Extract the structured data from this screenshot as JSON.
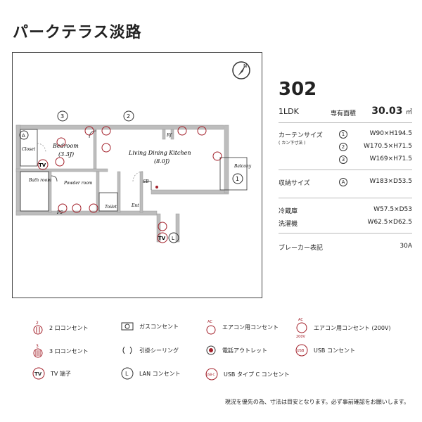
{
  "property": {
    "name": "パークテラス淡路"
  },
  "unit": {
    "number": "302",
    "layout": "1LDK",
    "area_label": "専有面積",
    "area_value": "30.03",
    "area_unit": "㎡"
  },
  "curtain": {
    "label": "カーテンサイズ",
    "sub": "( カン下寸法 )",
    "items": [
      {
        "mark": "1",
        "size": "W90×H194.5"
      },
      {
        "mark": "2",
        "size": "W170.5×H71.5"
      },
      {
        "mark": "3",
        "size": "W169×H71.5"
      }
    ]
  },
  "storage": {
    "label": "収納サイズ",
    "mark": "A",
    "size": "W183×D53.5"
  },
  "fridge": {
    "label": "冷蔵庫",
    "size": "W57.5×D53"
  },
  "washer": {
    "label": "洗濯機",
    "size": "W62.5×D62.5"
  },
  "breaker": {
    "label": "ブレーカー表記",
    "value": "30A"
  },
  "plan": {
    "bedroom": "Bedroom",
    "bedroom_size": "(3.3J)",
    "ldk": "Living Dining Kitchen",
    "ldk_size": "(8.0J)",
    "balcony": "Balcony",
    "closet": "Closet",
    "bath": "Bath room",
    "powder": "Powder room",
    "toilet": "Toilet",
    "entrance": "Ent",
    "sb": "SB",
    "ps": "PS",
    "rf": "Rf",
    "marks": {
      "A": "A",
      "one": "1",
      "two": "2",
      "three": "3"
    },
    "tv": "TV",
    "lan": "L"
  },
  "legend": {
    "outlet2": "2 口コンセント",
    "outlet2_num": "2",
    "gas": "ガスコンセント",
    "ac": "エアコン用コンセント",
    "ac_tag": "AC",
    "ac200": "エアコン用コンセント (200V)",
    "ac200_tag": "200V",
    "outlet3": "3 口コンセント",
    "outlet3_num": "3",
    "ceiling": "引掛シーリング",
    "phone": "電話アウトレット",
    "usb": "USB コンセント",
    "usb_tag": "USB",
    "tv": "TV 端子",
    "tv_tag": "TV",
    "lan": "LAN コンセント",
    "lan_tag": "L",
    "usbc": "USB タイプ C コンセント",
    "usbc_tag": "USB-C"
  },
  "footnote": "現況を優先の為、寸法は目安となります。必ず事前確認をお願いします。",
  "colors": {
    "accent": "#a3202a",
    "wall": "#b9b9b9",
    "line": "#333333"
  }
}
